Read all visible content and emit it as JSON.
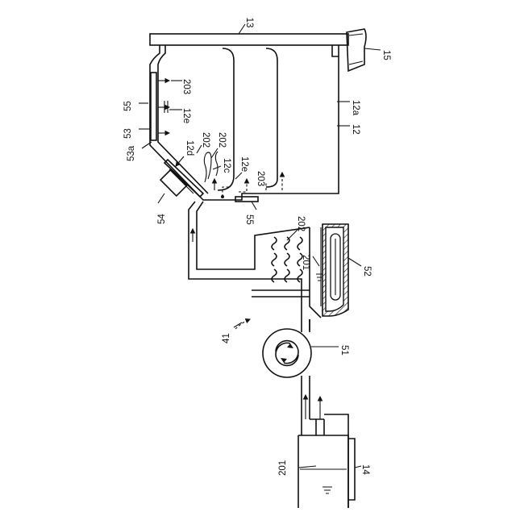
{
  "labels": {
    "top_plate": "13",
    "handle": "15",
    "tank_top_right": "12a",
    "tank": "12",
    "light_top": "55",
    "light_bottom": "55",
    "arrow_group_upper": "203",
    "arrow_group_lower": "203",
    "outlet_upper": "12e",
    "outlet_lower": "12e",
    "nozzle": "12c",
    "inner_wall": "12d",
    "bracket": "53",
    "bracket_a": "53a",
    "mist_a": "202",
    "mist_b": "202",
    "mist_chamber": "202",
    "heater_unit": "54",
    "water_level_chamber": "201",
    "chamber": "52",
    "system": "41",
    "fan": "51",
    "water_reservoir": "201",
    "reservoir": "14"
  }
}
